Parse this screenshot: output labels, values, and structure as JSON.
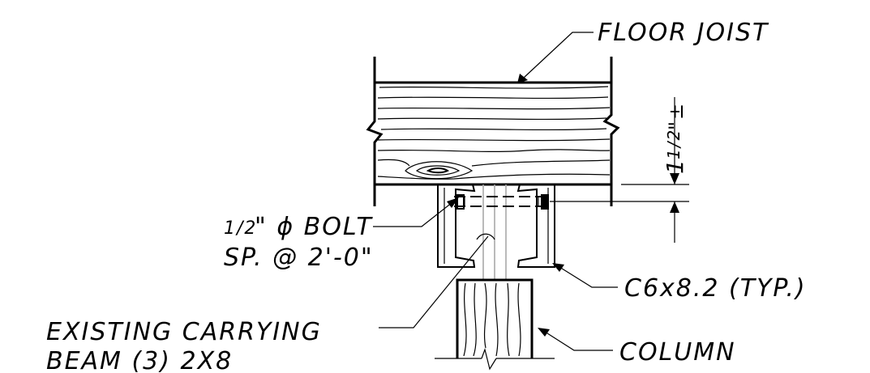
{
  "labels": {
    "floor_joist": "FLOOR JOIST",
    "bolt_half": "1/2",
    "bolt_rest": "\" ϕ BOLT",
    "bolt_spacing": "SP. @ 2'-0\"",
    "channel": "C6x8.2 (TYP.)",
    "carrying_beam_line1": "EXISTING CARRYING",
    "carrying_beam_line2": "BEAM (3) 2X8",
    "column": "COLUMN",
    "dimension_whole": "1",
    "dimension_fraction": "1/2",
    "dimension_suffix": "\"±"
  },
  "colors": {
    "ink": "#000000",
    "hidden_line": "#a8a8a8",
    "background": "#ffffff"
  }
}
